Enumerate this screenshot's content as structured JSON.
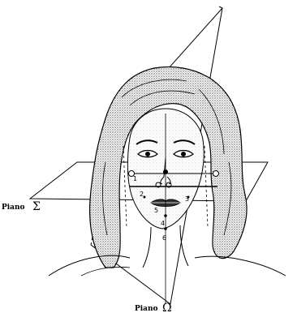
{
  "labels": {
    "plane_sigma_word": "Piano",
    "plane_sigma_symbol": "Σ",
    "plane_omega_word": "Piano",
    "plane_omega_symbol": "Ω"
  },
  "point_numbers": [
    "1",
    "2",
    "3",
    "4",
    "5",
    "6"
  ],
  "colors": {
    "ink": "#000000",
    "background": "#ffffff",
    "hair_stipple": "#8a8a8a",
    "skin_stipple": "#c8c8c8"
  }
}
